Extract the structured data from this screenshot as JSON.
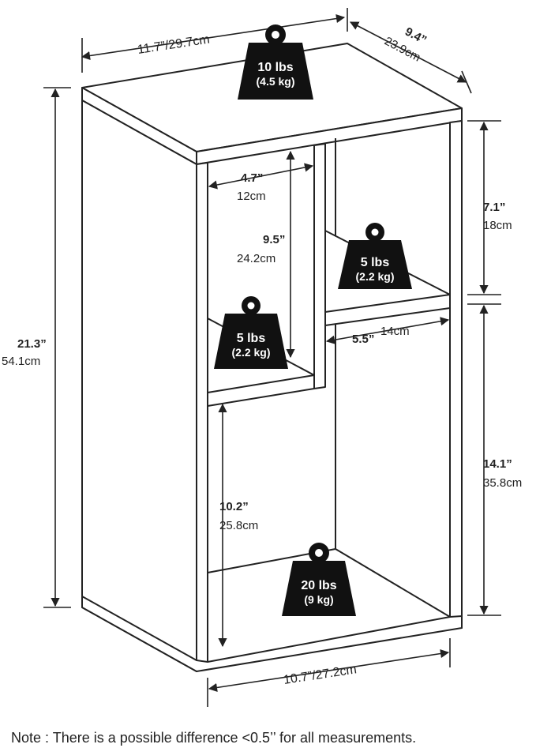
{
  "dimensions": {
    "width": "11.7”/29.7cm",
    "depth_in": "9.4”",
    "depth_cm": "23.9cm",
    "height_in": "21.3”",
    "height_cm": "54.1cm",
    "bottom_width": "10.7”/27.2cm",
    "top_cube_width_in": "4.7”",
    "top_cube_width_cm": "12cm",
    "left_cube_height_in": "9.5”",
    "left_cube_height_cm": "24.2cm",
    "right_top_height_in": "7.1”",
    "right_top_height_cm": "18cm",
    "right_cube_width_in": "5.5”",
    "right_cube_width_cm": "14cm",
    "right_bottom_height_in": "14.1”",
    "right_bottom_height_cm": "35.8cm",
    "bottom_cube_height_in": "10.2”",
    "bottom_cube_height_cm": "25.8cm"
  },
  "weights": {
    "top_lbs": "10 lbs",
    "top_kg": "(4.5 kg)",
    "left_shelf_lbs": "5 lbs",
    "left_shelf_kg": "(2.2 kg)",
    "right_shelf_lbs": "5 lbs",
    "right_shelf_kg": "(2.2 kg)",
    "bottom_lbs": "20 lbs",
    "bottom_kg": "(9 kg)"
  },
  "note": "Note : There is a possible difference <0.5’’ for all measurements.",
  "colors": {
    "line": "#222222",
    "weight_fill": "#111111"
  }
}
